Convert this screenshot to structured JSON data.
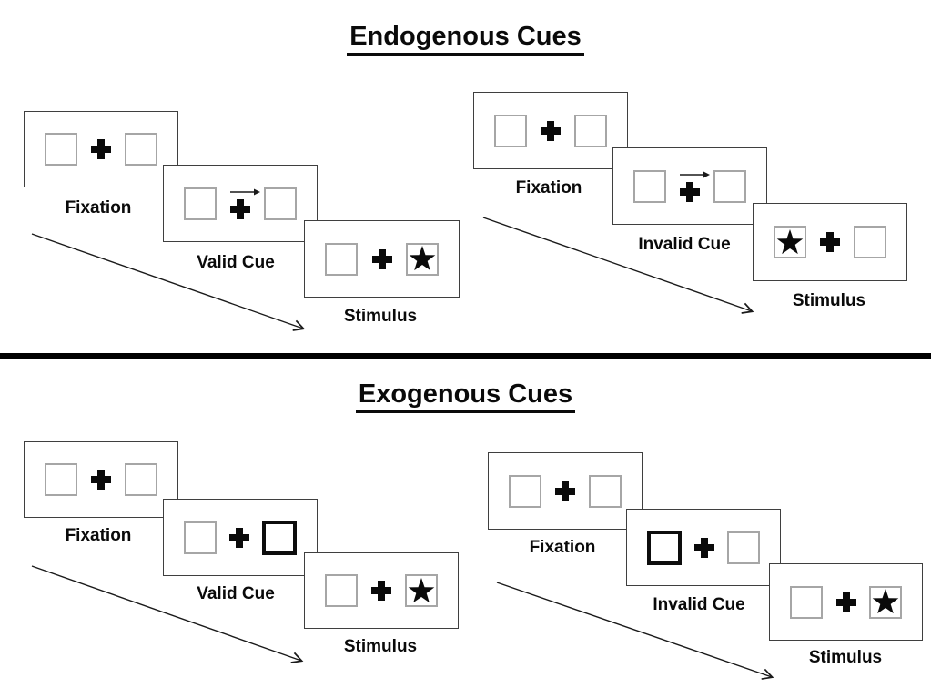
{
  "diagram": {
    "endogenous": {
      "title": "Endogenous Cues",
      "valid": {
        "fixation_label": "Fixation",
        "cue_label": "Valid Cue",
        "stimulus_label": "Stimulus",
        "cue_type": "central-arrow-pointing-right",
        "stimulus_star_side": "right"
      },
      "invalid": {
        "fixation_label": "Fixation",
        "cue_label": "Invalid Cue",
        "stimulus_label": "Stimulus",
        "cue_type": "central-arrow-pointing-right",
        "stimulus_star_side": "left"
      }
    },
    "exogenous": {
      "title": "Exogenous Cues",
      "valid": {
        "fixation_label": "Fixation",
        "cue_label": "Valid Cue",
        "stimulus_label": "Stimulus",
        "cue_type": "peripheral-box-highlight-right",
        "stimulus_star_side": "right"
      },
      "invalid": {
        "fixation_label": "Fixation",
        "cue_label": "Invalid Cue",
        "stimulus_label": "Stimulus",
        "cue_type": "peripheral-box-highlight-left",
        "stimulus_star_side": "right"
      }
    },
    "colors": {
      "ink": "#0a0a0a",
      "frame_border": "#3f3f3f",
      "placeholder_square_border": "#a6a6a6",
      "background": "#ffffff"
    }
  }
}
